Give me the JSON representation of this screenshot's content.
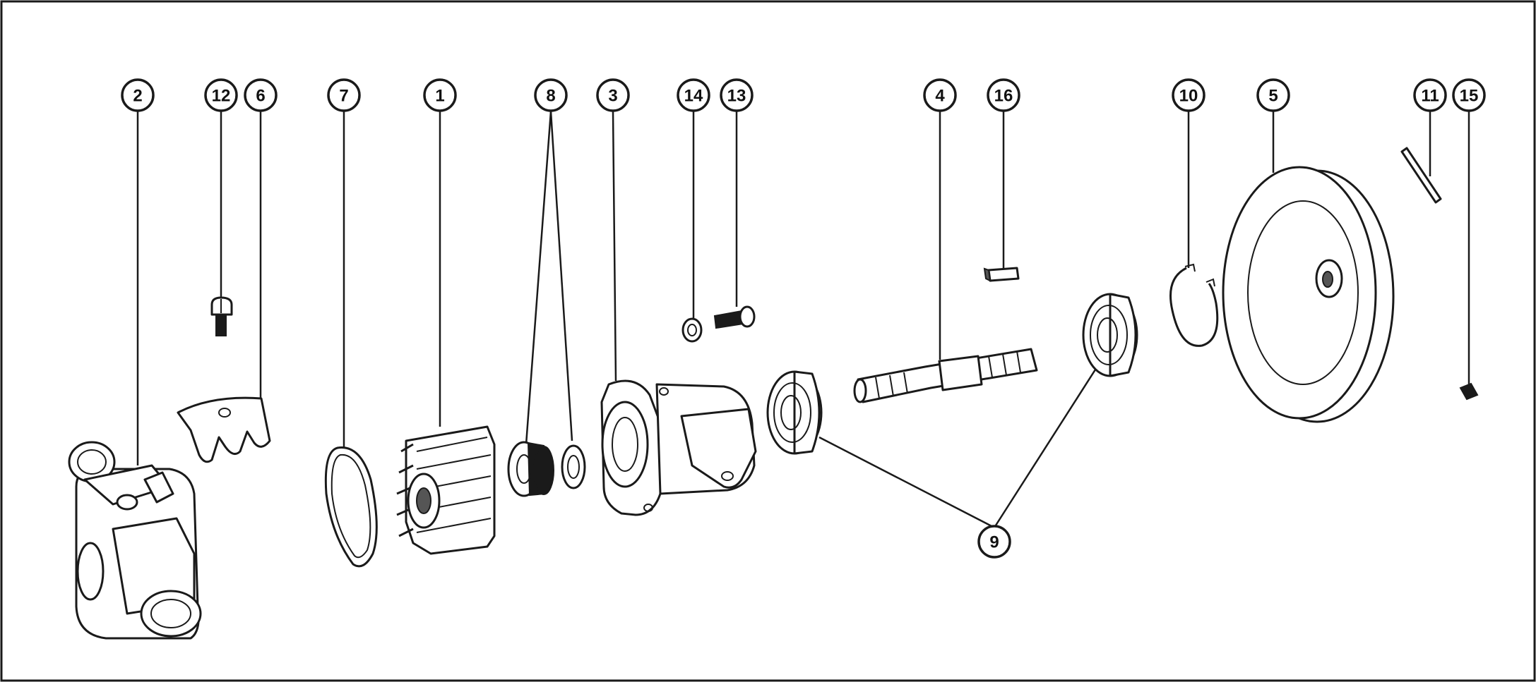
{
  "diagram": {
    "type": "exploded-parts-view",
    "callouts": [
      {
        "id": "c2",
        "label": "2"
      },
      {
        "id": "c12",
        "label": "12"
      },
      {
        "id": "c6",
        "label": "6"
      },
      {
        "id": "c7",
        "label": "7"
      },
      {
        "id": "c1",
        "label": "1"
      },
      {
        "id": "c8",
        "label": "8"
      },
      {
        "id": "c3",
        "label": "3"
      },
      {
        "id": "c14",
        "label": "14"
      },
      {
        "id": "c13",
        "label": "13"
      },
      {
        "id": "c4",
        "label": "4"
      },
      {
        "id": "c16",
        "label": "16"
      },
      {
        "id": "c10",
        "label": "10"
      },
      {
        "id": "c5",
        "label": "5"
      },
      {
        "id": "c11",
        "label": "11"
      },
      {
        "id": "c15",
        "label": "15"
      },
      {
        "id": "c9",
        "label": "9"
      }
    ]
  },
  "colors": {
    "line": "#1a1a1a",
    "background": "#ffffff"
  }
}
